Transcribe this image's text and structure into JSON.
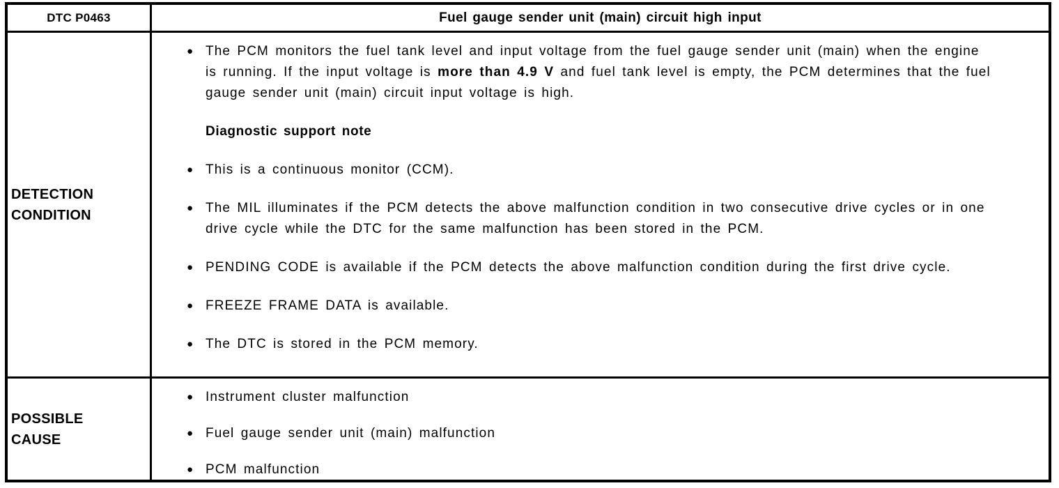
{
  "colors": {
    "border": "#000000",
    "text": "#000000",
    "background": "#ffffff"
  },
  "bullet_glyph": "●",
  "table": {
    "header": {
      "dtc_code": "DTC P0463",
      "title": "Fuel gauge sender unit (main) circuit high input"
    },
    "detection": {
      "label": "DETECTION CONDITION",
      "bullet1": {
        "pre": "The PCM monitors the fuel tank level and input voltage from the fuel gauge sender unit (main) when the engine is running. If the input voltage is ",
        "bold": "more than 4.9 V",
        "post": " and fuel tank level is empty, the PCM determines that the fuel gauge sender unit (main) circuit input voltage is high."
      },
      "note_heading": "Diagnostic support note",
      "bullets": [
        "This is a continuous monitor (CCM).",
        "The MIL illuminates if the PCM detects the above malfunction condition in two consecutive drive cycles or in one drive cycle while the DTC for the same malfunction has been stored in the PCM.",
        "PENDING CODE is available if the PCM detects the above malfunction condition during the first drive cycle.",
        "FREEZE FRAME DATA is available.",
        "The DTC is stored in the PCM memory."
      ]
    },
    "possible_cause": {
      "label": "POSSIBLE CAUSE",
      "bullets": [
        "Instrument cluster malfunction",
        "Fuel gauge sender unit (main) malfunction",
        "PCM malfunction"
      ]
    }
  }
}
